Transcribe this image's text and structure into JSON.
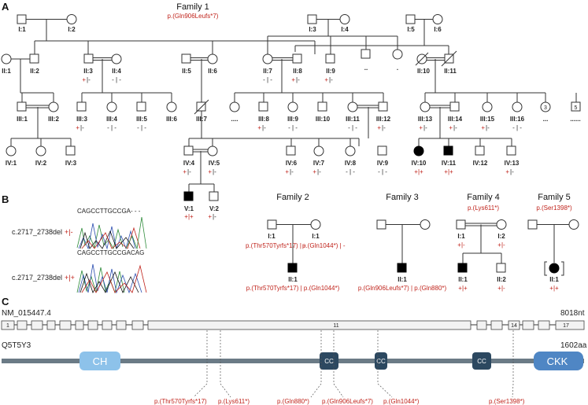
{
  "panels": {
    "A": "A",
    "B": "B",
    "C": "C"
  },
  "colors": {
    "mutation_red": "#c0241c",
    "affected_fill": "#000000",
    "gene_box_fill": "#f2f2f2",
    "protein_bar": "#6b7b86",
    "ch_domain": "#8dc2ea",
    "cc_domain": "#2c4860",
    "ckk_domain": "#4f86c4"
  },
  "family1": {
    "title": "Family 1",
    "variant": "p.(Gln906Leufs*7)",
    "labels": {
      "I1": "I:1",
      "I2": "I:2",
      "I3": "I:3",
      "I4": "I:4",
      "I5": "I:5",
      "I6": "I:6",
      "II1": "II:1",
      "II2": "II:2",
      "II3": "II:3",
      "II4": "II:4",
      "II5": "II:5",
      "II6": "II:6",
      "II7": "II:7",
      "II8": "II:8",
      "II9": "II:9",
      "II10": "II:10",
      "II11": "II:11",
      "III1": "III:1",
      "III2": "III:2",
      "III3": "III:3",
      "III4": "III:4",
      "III5": "III:5",
      "III6": "III:6",
      "III7": "III:7",
      "III8": "III:8",
      "III9": "III:9",
      "III10": "III:10",
      "III11": "III:11",
      "III12": "III:12",
      "III13": "III:13",
      "III14": "III:14",
      "III15": "III:15",
      "III16": "III:16",
      "IV1": "IV:1",
      "IV2": "IV:2",
      "IV3": "IV:3",
      "IV4": "IV:4",
      "IV5": "IV:5",
      "IV6": "IV:6",
      "IV7": "IV:7",
      "IV8": "IV:8",
      "IV9": "IV:9",
      "IV10": "IV:10",
      "IV11": "IV:11",
      "IV12": "IV:12",
      "IV13": "IV:13",
      "V1": "V:1",
      "V2": "V:2"
    },
    "ellipsis_short": "..",
    "ellipsis_dot": ".",
    "ellipsis_many": "....",
    "ellipsis_three": "...",
    "ellipsis_five": "......",
    "count3": "3",
    "count5": "5"
  },
  "genotypes": {
    "het_plus": "+",
    "het_sep": "|-",
    "hom_plus": "+|+",
    "wild": "- | -",
    "wild_tight": "-|-",
    "hom_plus_spaced": "+ | +"
  },
  "chromatograms": {
    "seq1": "CAGCCTTGCCGA- - -",
    "seq2": "CAGCCTTGCCGACAG",
    "label": "c.2717_2738del",
    "gt1": "+|-",
    "gt2": "+|+"
  },
  "family2": {
    "title": "Family 2",
    "I1": "I:1",
    "I1b": "I:1",
    "II1": "II:1",
    "var_father": "p.(Thr570Tyrfs*17) | -",
    "var_mother": "p.(Gln1044*) | -",
    "var_child": "p.(Thr570Tyrfs*17) | p.(Gln1044*)"
  },
  "family3": {
    "title": "Family 3",
    "II1": "II:1",
    "var_child": "p.(Gln906Leufs*7) | p.(Gln880*)"
  },
  "family4": {
    "title": "Family 4",
    "variant": "p.(Lys611*)",
    "I1": "I:1",
    "I2": "I:2",
    "II1": "II:1",
    "II2": "II:2",
    "gt_I1": "+|-",
    "gt_I2": "+|-",
    "gt_II1": "+|+",
    "gt_II2": "+|-"
  },
  "family5": {
    "title": "Family 5",
    "variant": "p.(Ser1398*)",
    "II1": "II:1",
    "gt_II1": "+|+"
  },
  "gene": {
    "transcript": "NM_015447.4",
    "length": "8018nt",
    "exon_first": "1",
    "exon_11": "11",
    "exon_14": "14",
    "exon_17": "17",
    "exon_count": 17
  },
  "protein": {
    "uniprot": "Q5T5Y3",
    "length": "1602aa",
    "domain_ch": "CH",
    "domain_cc": "CC",
    "domain_ckk": "CKK",
    "variants": [
      "p.(Thr570Tyrfs*17)",
      "p.(Lys611*)",
      "p.(Gln880*)",
      "p.(Gln906Leufs*7)",
      "p.(Gln1044*)",
      "p.(Ser1398*)"
    ]
  }
}
